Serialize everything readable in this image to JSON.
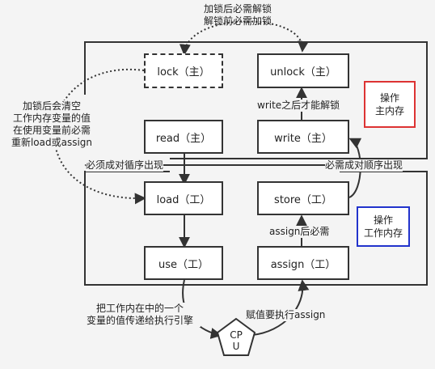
{
  "top_note": {
    "line1": "加锁后必需解锁",
    "line2": "解锁前必需加锁"
  },
  "boxes": {
    "lock": "lock（主）",
    "unlock": "unlock（主）",
    "read": "read（主）",
    "write": "write（主）",
    "load": "load（工）",
    "store": "store（工）",
    "use": "use（工）",
    "assign": "assign（工）"
  },
  "left_note": {
    "line1": "加锁后会清空",
    "line2": "工作内存变量的值",
    "line3": "在使用变量前必需",
    "line4": "重新load或assign"
  },
  "labels": {
    "write_before_unlock": "write之后才能解锁",
    "read_load_order": "必须成对循序出现",
    "store_write_order": "必需成对顺序出现",
    "assign_before_store": "assign后必需",
    "pass_to_engine_1": "把工作内在中的一个",
    "pass_to_engine_2": "变量的值传递给执行引擎",
    "assign_exec": "赋值要执行assign"
  },
  "legend_main": {
    "line1": "操作",
    "line2": "主内存"
  },
  "legend_work": {
    "line1": "操作",
    "line2": "工作内存"
  },
  "cpu": {
    "line1": "CP",
    "line2": "U"
  }
}
